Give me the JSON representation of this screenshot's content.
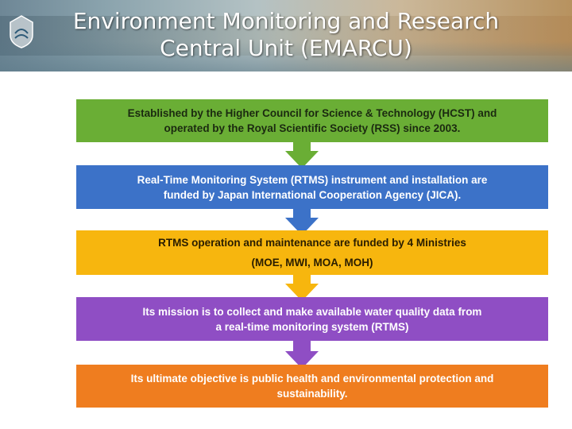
{
  "header": {
    "title_line1": "Environment Monitoring and Research",
    "title_line2": "Central Unit (EMARCU)"
  },
  "flow": {
    "steps": [
      {
        "line1": "Established by the Higher Council for Science & Technology (HCST) and",
        "line2": "operated by the Royal Scientific Society (RSS) since 2003.",
        "color": "#6aae35"
      },
      {
        "line1": "Real-Time Monitoring System (RTMS) instrument and installation are",
        "line2": "funded by Japan International Cooperation Agency (JICA).",
        "color": "#3c72c8"
      },
      {
        "line1": "RTMS operation and maintenance are funded by 4 Ministries",
        "line2": "(MOE, MWI, MOA, MOH)",
        "color": "#f7b60e"
      },
      {
        "line1": "Its mission is to collect and make available water quality data from",
        "line2": "a real-time monitoring system (RTMS)",
        "color": "#8f4ec4"
      },
      {
        "line1": "Its ultimate objective is public health and environmental protection and",
        "line2": "sustainability.",
        "color": "#ef7d1f"
      }
    ]
  }
}
